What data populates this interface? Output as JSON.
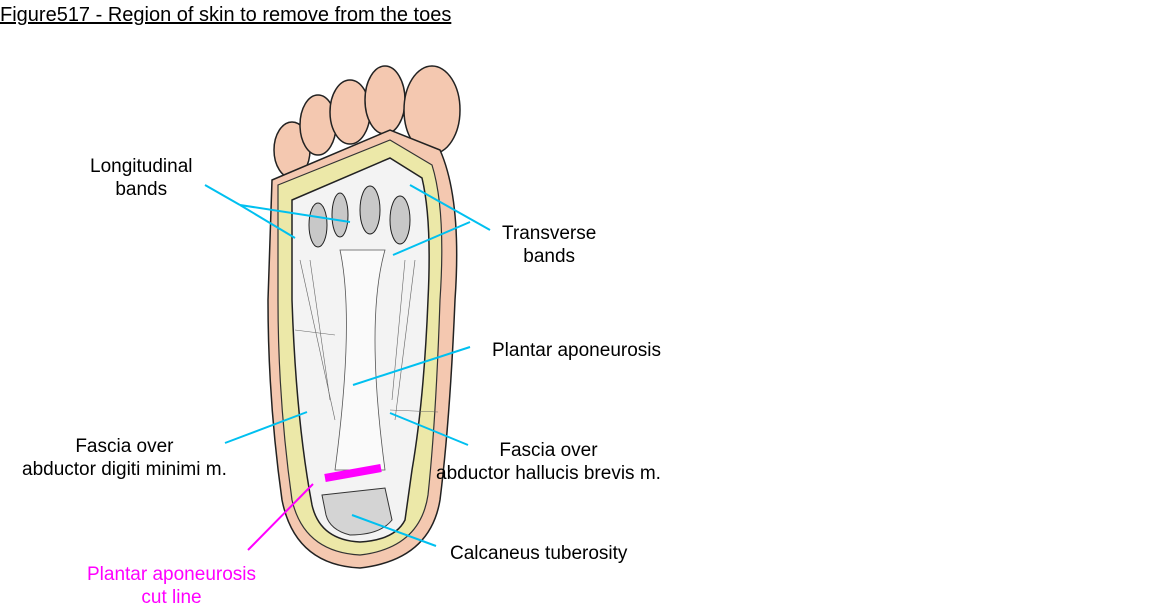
{
  "title": "Figure517 - Region of skin to remove from the toes",
  "colors": {
    "leader_line": "#00c0f0",
    "cut_line": "#ff00ff",
    "skin": "#f4c8b0",
    "fat": "#ece8a8",
    "bone": "#d4d4d4"
  },
  "labels": {
    "longitudinal": [
      "Longitudinal",
      "bands"
    ],
    "transverse": [
      "Transverse",
      "bands"
    ],
    "plantar": [
      "Plantar aponeurosis"
    ],
    "fascia_left": [
      "Fascia over",
      "abductor digiti minimi m."
    ],
    "fascia_right": [
      "Fascia over",
      "abductor hallucis brevis m."
    ],
    "calcaneus": [
      "Calcaneus tuberosity"
    ],
    "cut_line": [
      "Plantar aponeurosis",
      "cut line"
    ]
  }
}
